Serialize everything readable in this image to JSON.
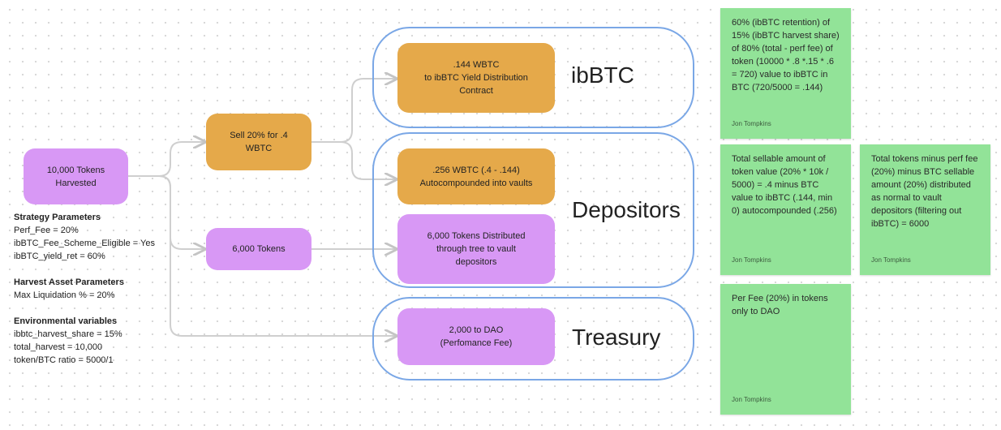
{
  "nodes": {
    "harvested": "10,000 Tokens Harvested",
    "sell": "Sell 20% for .4 WBTC",
    "tokens6000": "6,000 Tokens",
    "ibbtc_wbtc": ".144 WBTC\nto ibBTC Yield Distribution Contract",
    "autocompound": ".256 WBTC (.4 - .144)\nAutocompounded into vaults",
    "distributed": "6,000 Tokens Distributed through tree to vault depositors",
    "dao": "2,000 to DAO (Perfomance Fee)"
  },
  "groups": {
    "ibbtc": "ibBTC",
    "depositors": "Depositors",
    "treasury": "Treasury"
  },
  "parameters": {
    "strategy_heading": "Strategy Parameters",
    "perf_fee": "Perf_Fee = 20%",
    "fee_scheme": "ibBTC_Fee_Scheme_Eligible = Yes",
    "yield_ret": "ibBTC_yield_ret = 60%",
    "harvest_heading": "Harvest Asset Parameters",
    "max_liq": "Max Liquidation % = 20%",
    "env_heading": "Environmental variables",
    "harvest_share": "ibbtc_harvest_share = 15%",
    "total_harvest": "total_harvest = 10,000",
    "ratio": "token/BTC ratio = 5000/1"
  },
  "notes": [
    {
      "text": "60% (ibBTC retention) of 15% (ibBTC harvest share) of 80% (total - perf fee) of token (10000 * .8 *.15 * .6 = 720) value to ibBTC in BTC (720/5000 = .144)",
      "author": "Jon Tompkins"
    },
    {
      "text": "Total sellable amount of token value (20% * 10k / 5000) = .4 minus BTC value to ibBTC (.144, min 0) autocompounded (.256)",
      "author": "Jon Tompkins"
    },
    {
      "text": "Total tokens minus perf fee (20%) minus BTC sellable amount (20%) distributed as normal to vault depositors (filtering out ibBTC) = 6000",
      "author": "Jon Tompkins"
    },
    {
      "text": "Per Fee (20%) in tokens only to DAO",
      "author": "Jon Tompkins"
    }
  ],
  "colors": {
    "orange": "#e5a94a",
    "purple": "#d898f5",
    "frame": "#7aa7e6",
    "sticky": "#92e398",
    "connector": "#cfcfcf"
  }
}
